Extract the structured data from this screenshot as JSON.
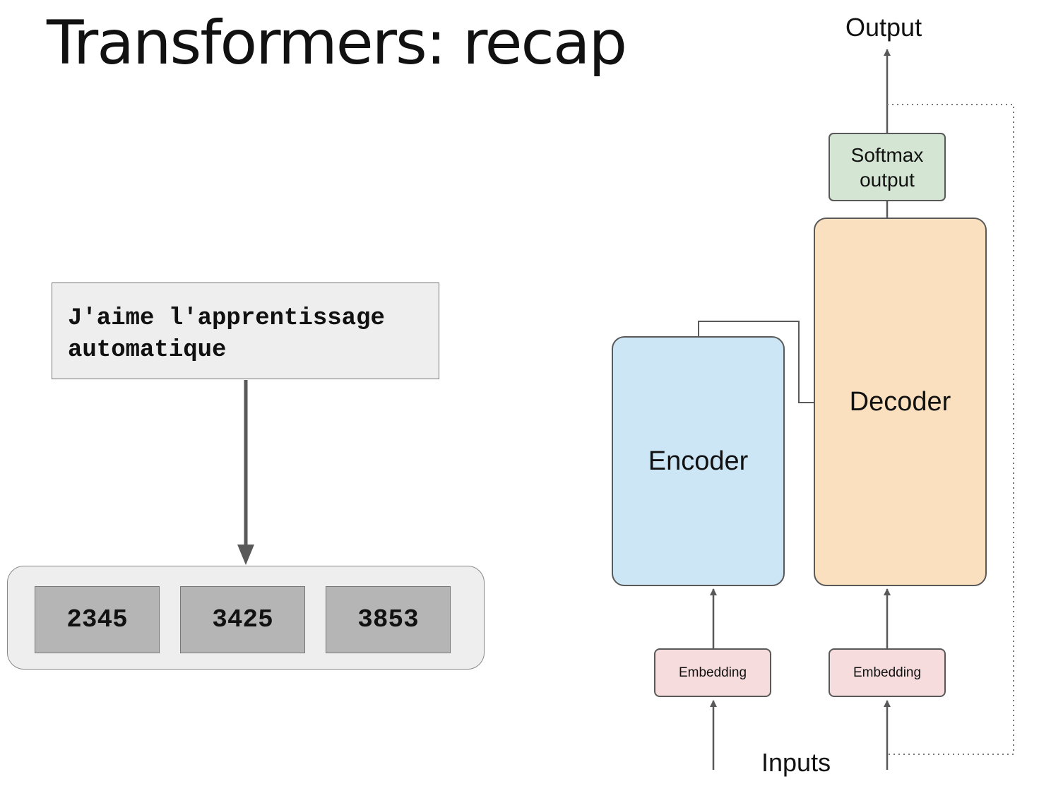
{
  "title": "Transformers: recap",
  "sentence": {
    "line1": "J'aime l'apprentissage",
    "line2": "automatique"
  },
  "tokens": [
    "2345",
    "3425",
    "3853"
  ],
  "diagram": {
    "encoder": "Encoder",
    "decoder": "Decoder",
    "softmax_line1": "Softmax",
    "softmax_line2": "output",
    "embedding_encoder": "Embedding",
    "embedding_decoder": "Embedding",
    "output": "Output",
    "inputs": "Inputs"
  },
  "colors": {
    "encoder": "#cce6f6",
    "decoder": "#fae0bf",
    "softmax": "#d4e6d3",
    "embedding": "#f6dcdd",
    "token": "#b5b5b5",
    "panel": "#eeeeee",
    "arrow": "#595959"
  }
}
